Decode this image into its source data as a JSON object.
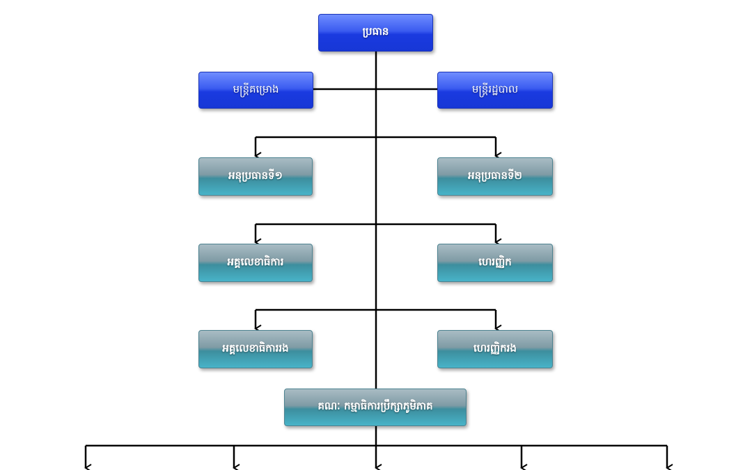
{
  "nodes": {
    "chairman": "ប្រធាន",
    "project_officer": "មន្ត្រីគម្រោង",
    "admin_officer": "មន្ត្រីរដ្ឋបាល",
    "vice_chairman_1": "អនុប្រធានទី១",
    "vice_chairman_2": "អនុប្រធានទី២",
    "secretary": "អគ្គលេខាធិការ",
    "treasurer": "ហេរញ្ញិក",
    "deputy_secretary": "អគ្គលេខាធិការរង",
    "deputy_treasurer": "ហេរញ្ញិករង",
    "committee": "គណៈ កម្មាធិការប្រឹក្សាភូមិភាគ"
  },
  "colors": {
    "blue_box": "#1f3fe6",
    "teal_box": "#4fb3c8",
    "connector": "#000000"
  }
}
